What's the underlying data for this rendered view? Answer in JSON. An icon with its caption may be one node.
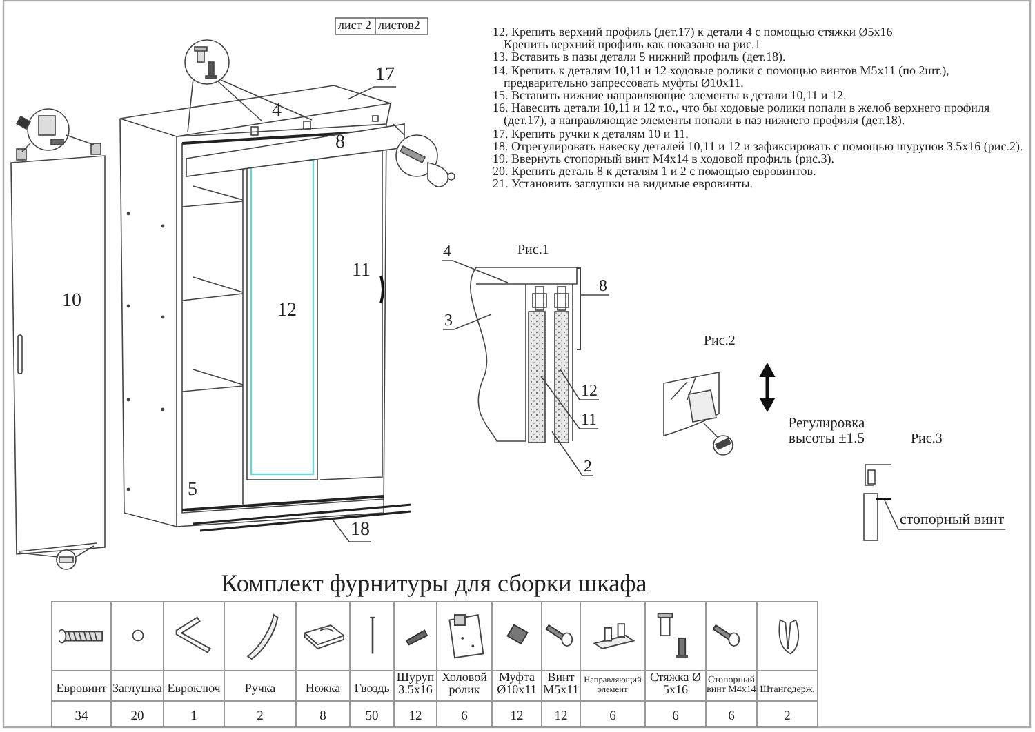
{
  "diagram": {
    "title": "Комплект фурнитуры для сборки шкафа",
    "nodes": [
      {
        "text": [
          "17"
        ]
      },
      {
        "text": [
          "18"
        ]
      },
      {
        "text": [
          "4"
        ]
      },
      {
        "text": [
          "8"
        ]
      },
      {
        "text": [
          "3"
        ]
      },
      {
        "text": [
          "12"
        ]
      },
      {
        "text": [
          "11"
        ]
      },
      {
        "text": [
          "2"
        ]
      },
      {
        "text": [
          "стопорный винт"
        ]
      },
      {
        "text": [],
        "shape": "bar"
      }
    ],
    "edges": [
      {
        "from": 0,
        "to": null,
        "arrow": "none"
      },
      {
        "from": 1,
        "to": null,
        "arrow": "none"
      },
      {
        "from": 2,
        "to": null,
        "arrow": "none"
      },
      {
        "from": 3,
        "to": 9,
        "arrow": "none"
      },
      {
        "from": 4,
        "to": null,
        "arrow": "none"
      },
      {
        "from": 5,
        "to": null,
        "arrow": "none"
      },
      {
        "from": 6,
        "to": null,
        "arrow": "none"
      },
      {
        "from": 7,
        "to": null,
        "arrow": "none"
      },
      {
        "from": 8,
        "to": null,
        "arrow": "none"
      }
    ],
    "labels": [
      "лист 2",
      "листов2",
      "12. Крепить верхний профиль (дет.17) к детали 4 с помощью стяжки Ø5x16",
      "Крепить верхний профиль как показано на рис.1",
      "13. Вставить в пазы детали 5 нижний профиль (дет.18).",
      "14. Крепить к деталям 10,11 и 12 ходовые ролики с помощью винтов M5x11 (по 2шт.), предварительно запрессовать муфты Ø10x11.",
      "15. Вставить нижние направляющие элементы в детали 10,11 и 12.",
      "16. Навесить детали 10,11 и 12 т.о., что бы ходовые ролики попали в желоб верхнего профиля (дет.17), а направляющие элементы попали в паз нижнего профиля (дет.18).",
      "17. Крепить ручки к деталям 10 и 11.",
      "18. Отрегулировать навеску деталей 10,11 и 12 и зафиксировать с помощью шурупов 3.5x16 (рис.2).",
      "19. Ввернуть стопорный винт M4x14 в ходовой профиль (рис.3).",
      "20. Крепить деталь 8 к деталям 1 и 2 с помощью евровинтов.",
      "21. Установить заглушки на видимые евровинты.",
      "4",
      "8",
      "10",
      "11",
      "12",
      "5",
      "Рис.1",
      "Рис.2",
      "Регулировка высоты ±1.5",
      "Рис.3",
      "Евровинт",
      "Заглушка",
      "Евроключ",
      "Ручка",
      "Ножка",
      "Гвоздь",
      "Шуруп 3.5x16",
      "Холовой ролик",
      "Муфта Ø10x11",
      "Винт M5x11",
      "Направляющий элемент",
      "Стяжка Ø 5x16",
      "Стопорный винт M4x14",
      "Штангодерж.",
      "34",
      "20",
      "1",
      "2",
      "8",
      "50",
      "12",
      "6",
      "12",
      "12",
      "6",
      "6",
      "6",
      "2"
    ]
  }
}
